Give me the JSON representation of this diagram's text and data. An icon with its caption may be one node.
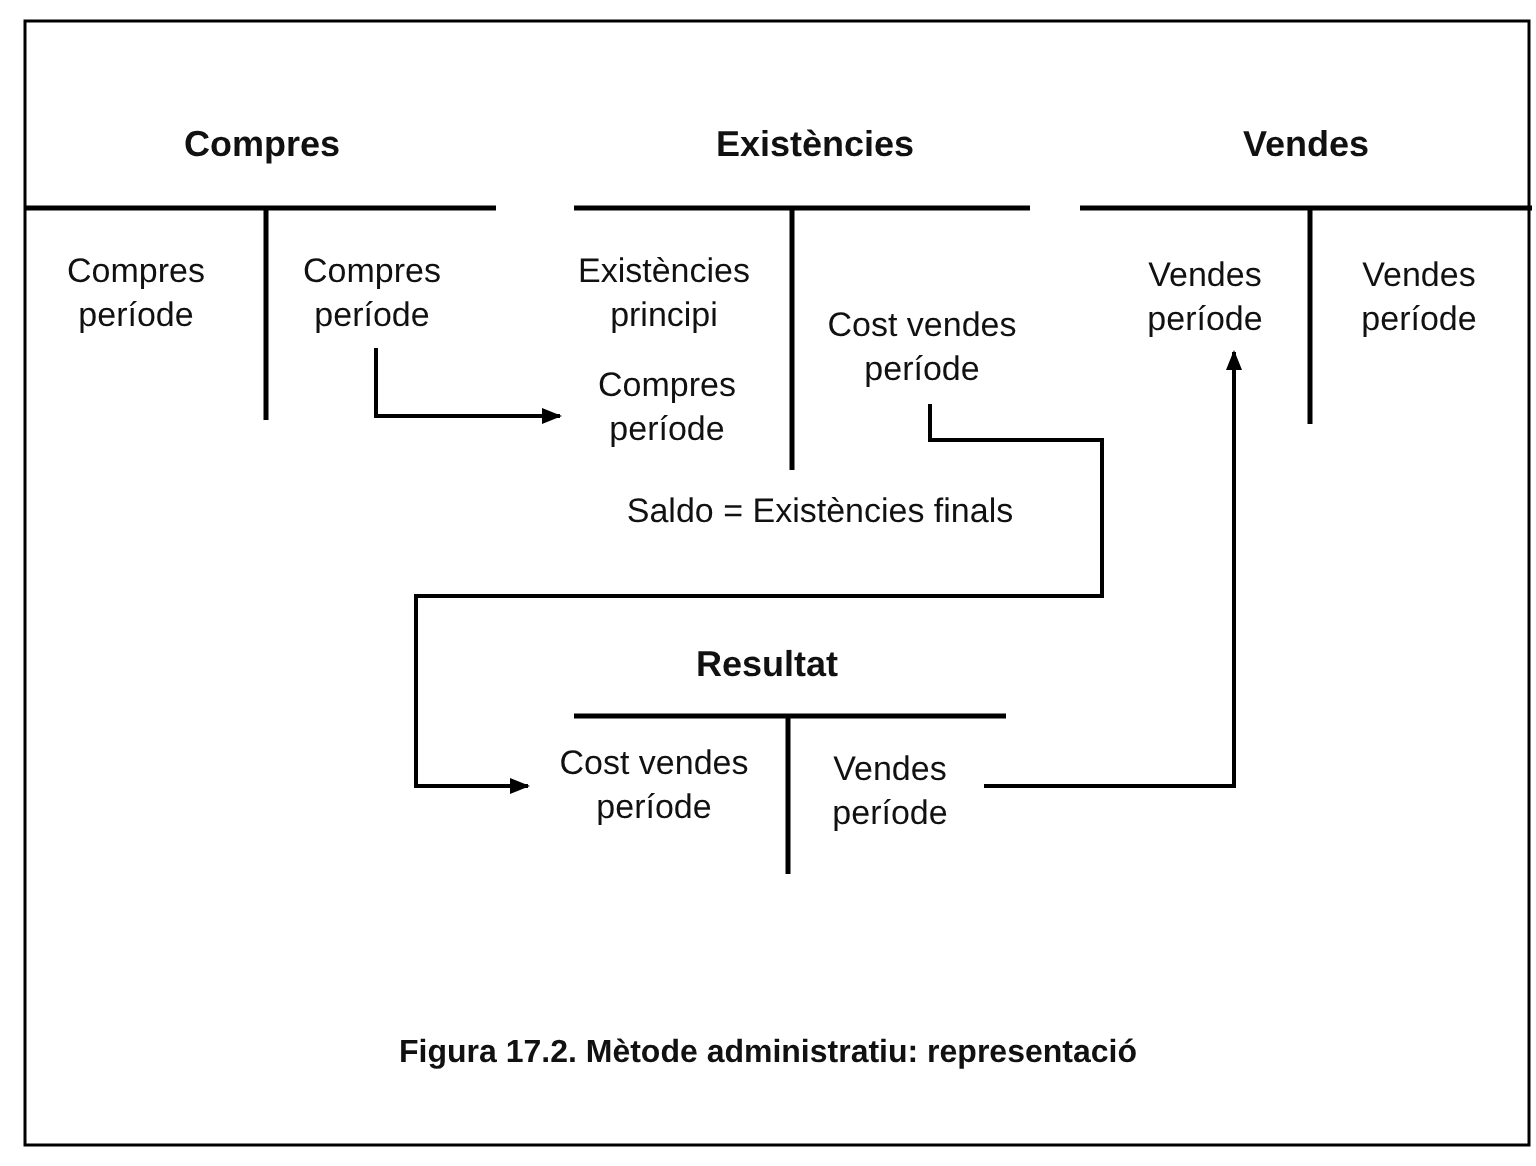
{
  "diagram": {
    "caption": "Figura 17.2. Mètode administratiu: representació",
    "nodes": [
      {
        "text": [
          "Compres"
        ]
      },
      {
        "text": [
          "Compres període"
        ],
        "in": 0
      },
      {
        "text": [
          "Compres període"
        ],
        "in": 0
      },
      {
        "text": [
          "Existències"
        ]
      },
      {
        "text": [
          "Existències principi"
        ],
        "in": 3
      },
      {
        "text": [
          "Compres període"
        ],
        "in": 3
      },
      {
        "text": [
          "Cost vendes període"
        ],
        "in": 3
      },
      {
        "text": [
          "Saldo = Existències finals"
        ],
        "in": 3
      },
      {
        "text": [
          "Vendes"
        ]
      },
      {
        "text": [
          "Vendes període"
        ],
        "in": 8
      },
      {
        "text": [
          "Vendes període"
        ],
        "in": 8
      },
      {
        "text": [
          "Resultat"
        ]
      },
      {
        "text": [
          "Cost vendes període"
        ],
        "in": 11
      },
      {
        "text": [
          "Vendes període"
        ],
        "in": 11
      }
    ],
    "edges": [
      {
        "from": 2,
        "to": 5,
        "arrow": "to"
      },
      {
        "from": 6,
        "to": 12,
        "arrow": "to"
      },
      {
        "from": 13,
        "to": 9,
        "arrow": "to"
      }
    ]
  }
}
